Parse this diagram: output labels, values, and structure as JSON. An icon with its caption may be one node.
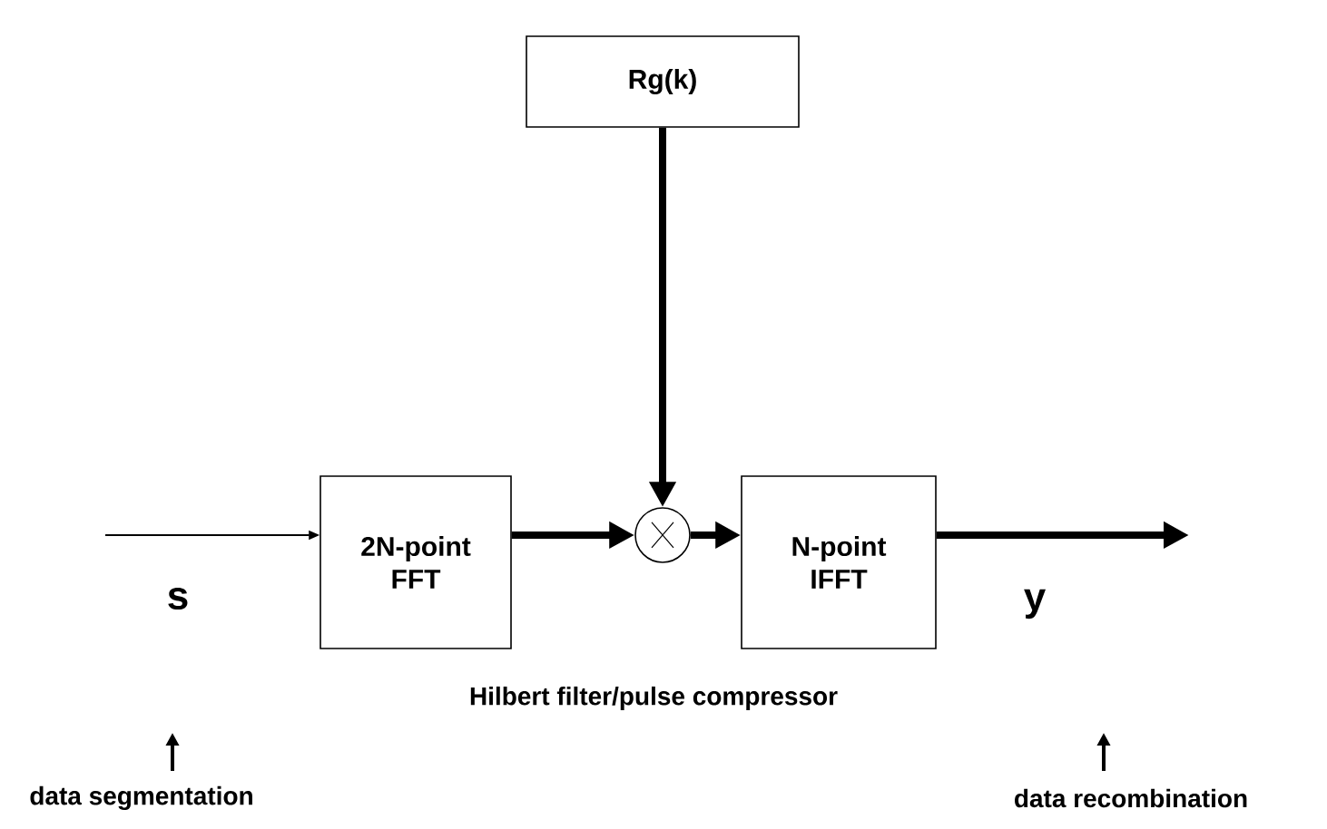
{
  "diagram": {
    "nodes": [
      {
        "text": [
          "Rg(k)"
        ]
      },
      {
        "text": [
          "2N-point FFT"
        ]
      },
      {
        "text": [],
        "shape": "circle"
      },
      {
        "text": [
          "N-point IFFT"
        ]
      }
    ],
    "edges": [
      {
        "from": null,
        "to": 1,
        "arrow": "to"
      },
      {
        "from": 1,
        "to": 2,
        "arrow": "to"
      },
      {
        "from": 0,
        "to": 2,
        "arrow": "to"
      },
      {
        "from": 2,
        "to": 3,
        "arrow": "to"
      },
      {
        "from": 3,
        "to": null,
        "arrow": "to"
      }
    ],
    "labels": [
      "s",
      "y",
      "Hilbert filter/pulse compressor",
      "data segmentation",
      "data recombination"
    ]
  }
}
